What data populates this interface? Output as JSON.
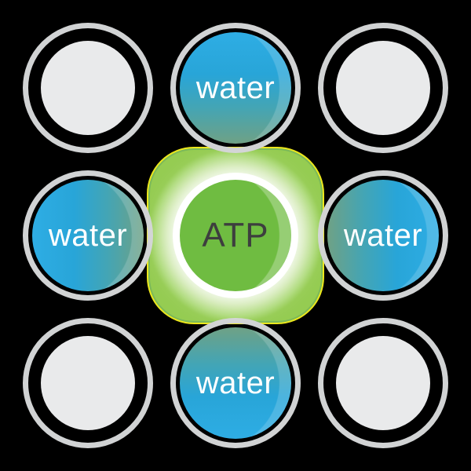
{
  "palette": {
    "background": "#000000",
    "ring_gray": "#d1d3d4",
    "empty_fill": "#e9eaeb",
    "water_blue": "#29a9e2",
    "water_teal": "#6fa185",
    "atp_green": "#6fbc41",
    "atp_green_light": "#99cc66",
    "glow_green": "#95cc52",
    "glow_edge_yellow": "#ece71c",
    "white_ring": "#ffffff",
    "atp_text": "#3d3e3e",
    "water_text": "#ffffff"
  },
  "grid": {
    "rows": 3,
    "cols": 3
  },
  "cells": [
    {
      "position": "top-left",
      "type": "empty",
      "label": ""
    },
    {
      "position": "top-center",
      "type": "water",
      "label": "water"
    },
    {
      "position": "top-right",
      "type": "empty",
      "label": ""
    },
    {
      "position": "middle-left",
      "type": "water",
      "label": "water"
    },
    {
      "position": "center",
      "type": "atp",
      "label": "ATP"
    },
    {
      "position": "middle-right",
      "type": "water",
      "label": "water"
    },
    {
      "position": "bottom-left",
      "type": "empty",
      "label": ""
    },
    {
      "position": "bottom-center",
      "type": "water",
      "label": "water"
    },
    {
      "position": "bottom-right",
      "type": "empty",
      "label": ""
    }
  ]
}
